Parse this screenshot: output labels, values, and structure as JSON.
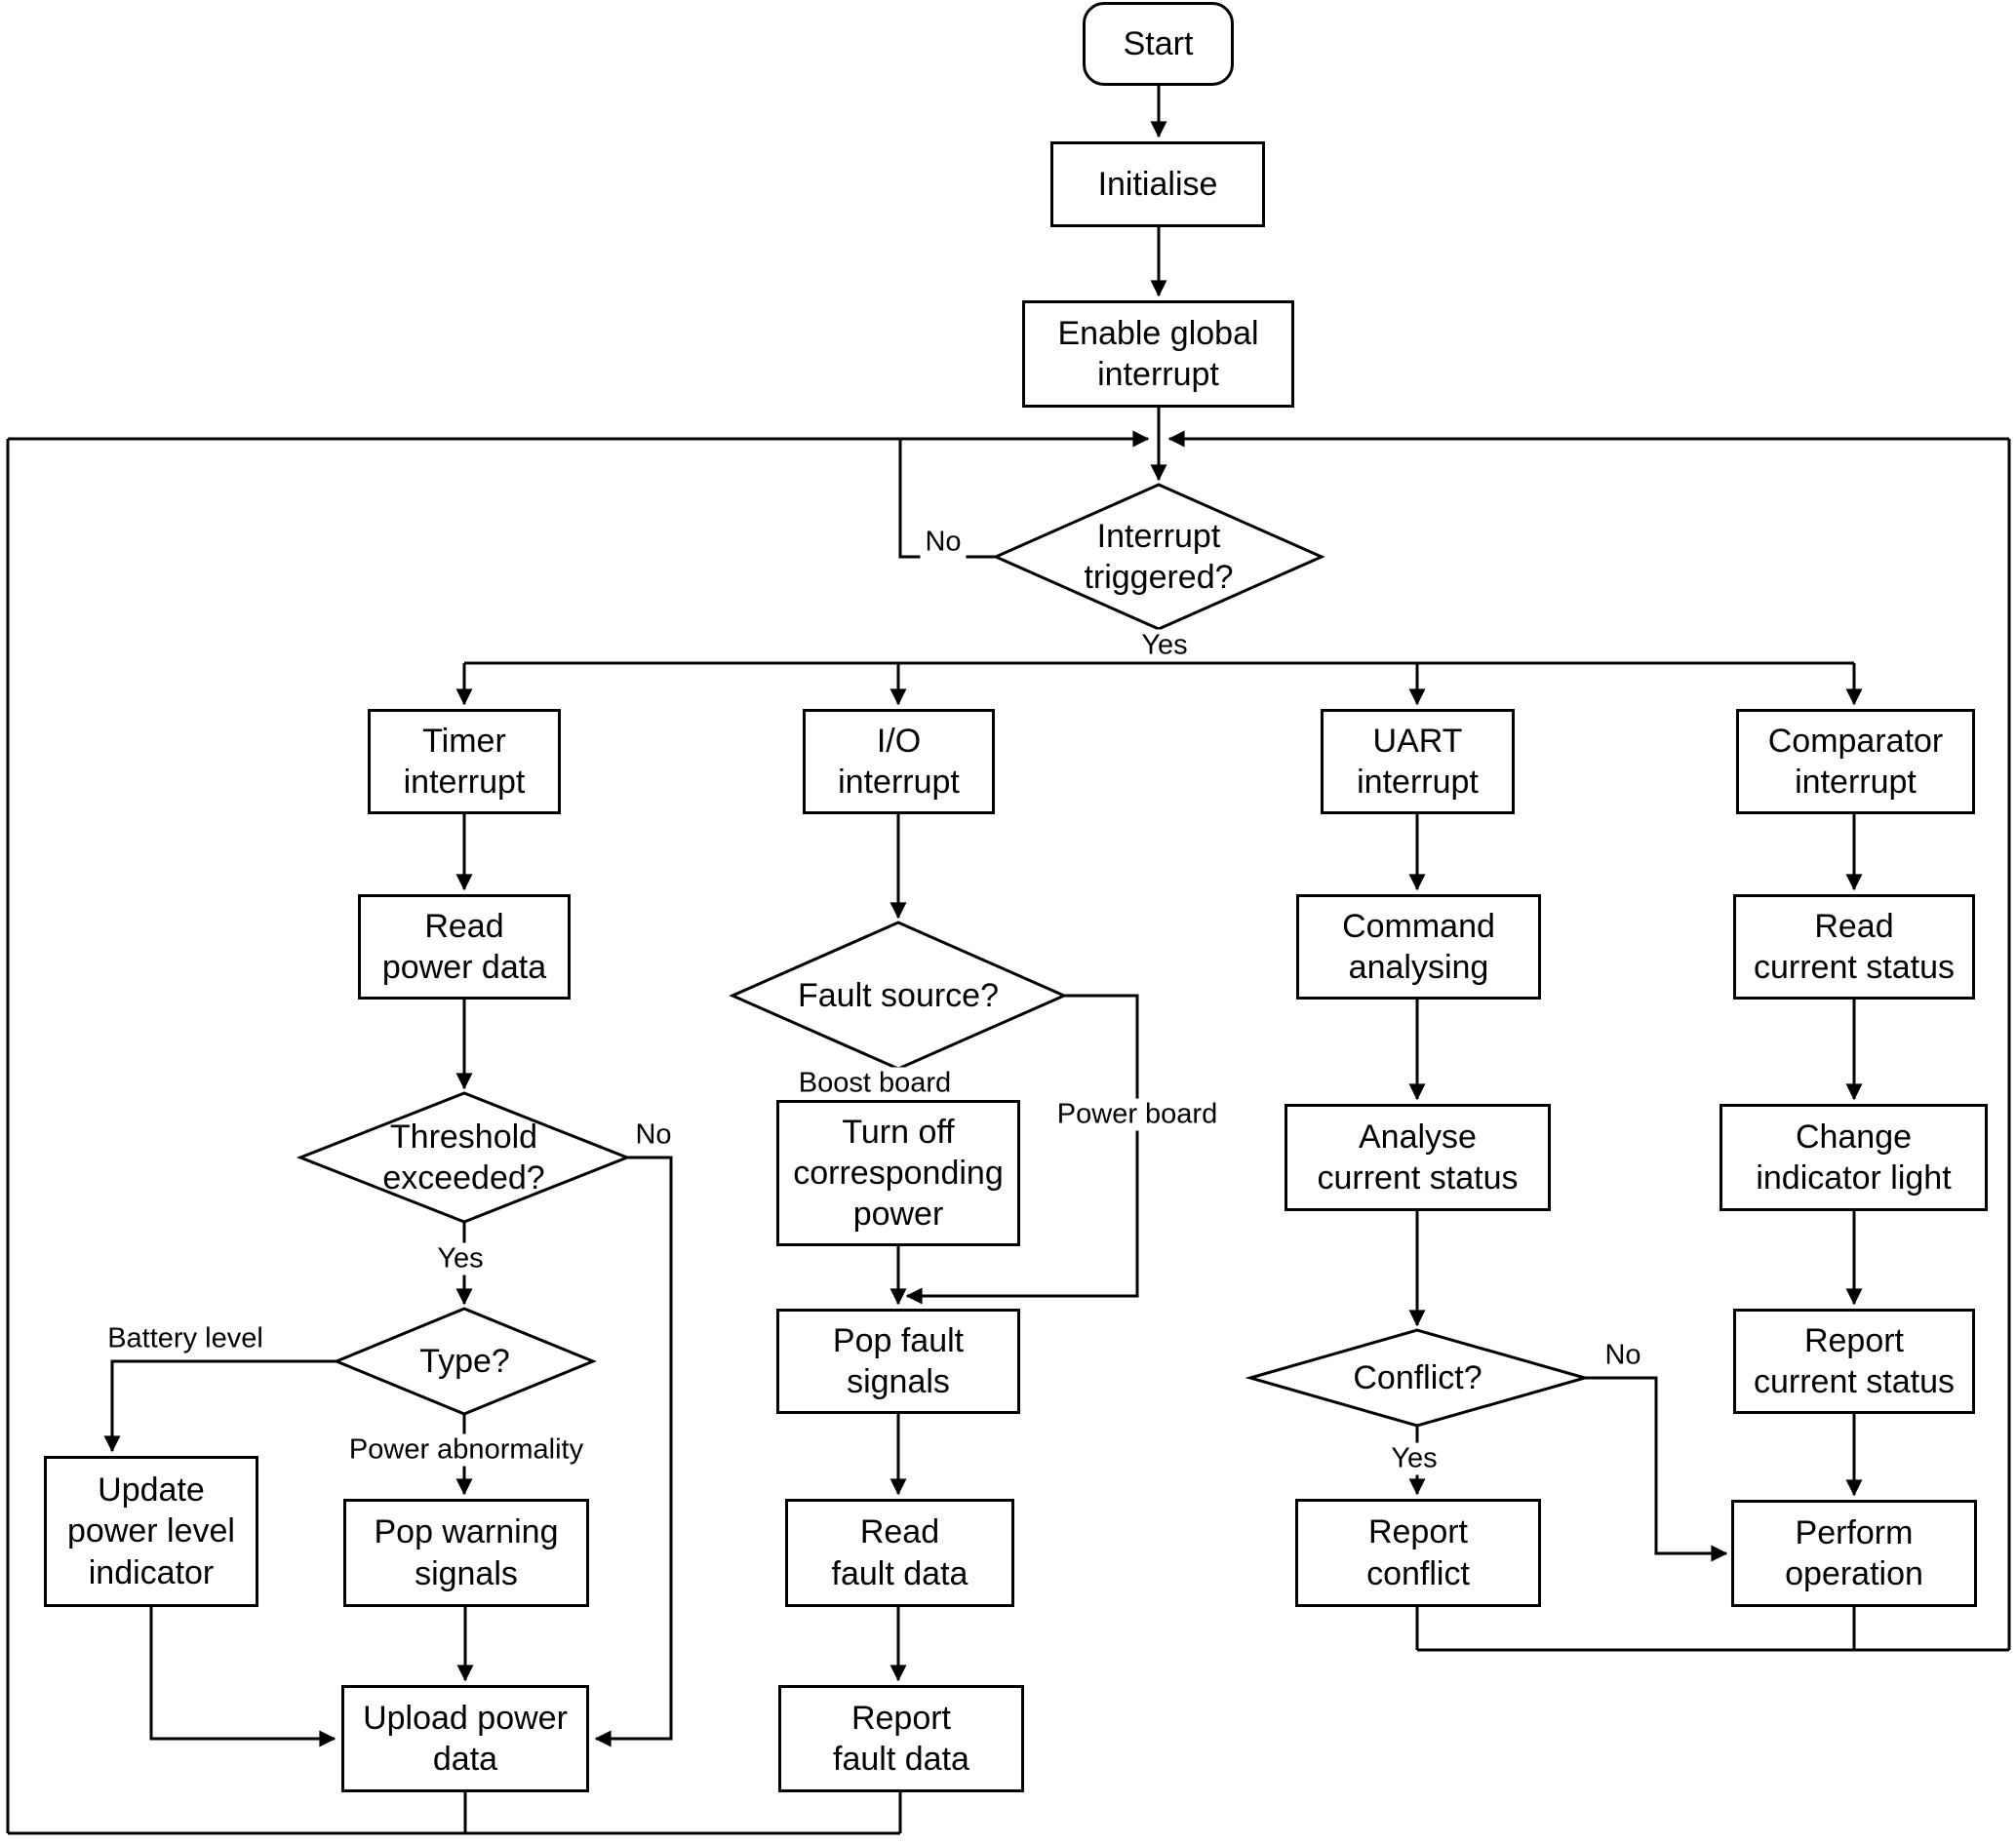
{
  "meta": {
    "title": "Interrupt service flowchart",
    "background_color": "#ffffff",
    "line_color": "#000000"
  },
  "nodes": {
    "start": {
      "label": "Start",
      "shape": "rounded"
    },
    "initialise": {
      "label": "Initialise",
      "shape": "process"
    },
    "enable_global_interrupt": {
      "label": "Enable global\ninterrupt",
      "shape": "process"
    },
    "interrupt_triggered": {
      "label": "Interrupt\ntriggered?",
      "shape": "decision"
    },
    "timer_interrupt": {
      "label": "Timer\ninterrupt",
      "shape": "process"
    },
    "read_power_data": {
      "label": "Read\npower data",
      "shape": "process"
    },
    "threshold_exceeded": {
      "label": "Threshold\nexceeded?",
      "shape": "decision"
    },
    "type": {
      "label": "Type?",
      "shape": "decision"
    },
    "update_power_level_indicator": {
      "label": "Update\npower level\nindicator",
      "shape": "process"
    },
    "pop_warning_signals": {
      "label": "Pop warning\nsignals",
      "shape": "process"
    },
    "upload_power_data": {
      "label": "Upload power\ndata",
      "shape": "process"
    },
    "io_interrupt": {
      "label": "I/O\ninterrupt",
      "shape": "process"
    },
    "fault_source": {
      "label": "Fault source?",
      "shape": "decision"
    },
    "turn_off_corresponding_power": {
      "label": "Turn off\ncorresponding\npower",
      "shape": "process"
    },
    "pop_fault_signals": {
      "label": "Pop fault\nsignals",
      "shape": "process"
    },
    "read_fault_data": {
      "label": "Read\nfault data",
      "shape": "process"
    },
    "report_fault_data": {
      "label": "Report\nfault data",
      "shape": "process"
    },
    "uart_interrupt": {
      "label": "UART\ninterrupt",
      "shape": "process"
    },
    "command_analysing": {
      "label": "Command\nanalysing",
      "shape": "process"
    },
    "analyse_current_status": {
      "label": "Analyse\ncurrent status",
      "shape": "process"
    },
    "conflict": {
      "label": "Conflict?",
      "shape": "decision"
    },
    "report_conflict": {
      "label": "Report\nconflict",
      "shape": "process"
    },
    "comparator_interrupt": {
      "label": "Comparator\ninterrupt",
      "shape": "process"
    },
    "read_current_status": {
      "label": "Read\ncurrent status",
      "shape": "process"
    },
    "change_indicator_light": {
      "label": "Change\nindicator light",
      "shape": "process"
    },
    "report_current_status": {
      "label": "Report\ncurrent status",
      "shape": "process"
    },
    "perform_operation": {
      "label": "Perform\noperation",
      "shape": "process"
    }
  },
  "edge_labels": {
    "interrupt_no": {
      "label": "No"
    },
    "interrupt_yes": {
      "label": "Yes"
    },
    "threshold_no": {
      "label": "No"
    },
    "threshold_yes": {
      "label": "Yes"
    },
    "battery_level": {
      "label": "Battery level"
    },
    "power_abnormality": {
      "label": "Power abnormality"
    },
    "boost_board": {
      "label": "Boost board"
    },
    "power_board": {
      "label": "Power board"
    },
    "conflict_no": {
      "label": "No"
    },
    "conflict_yes": {
      "label": "Yes"
    }
  }
}
